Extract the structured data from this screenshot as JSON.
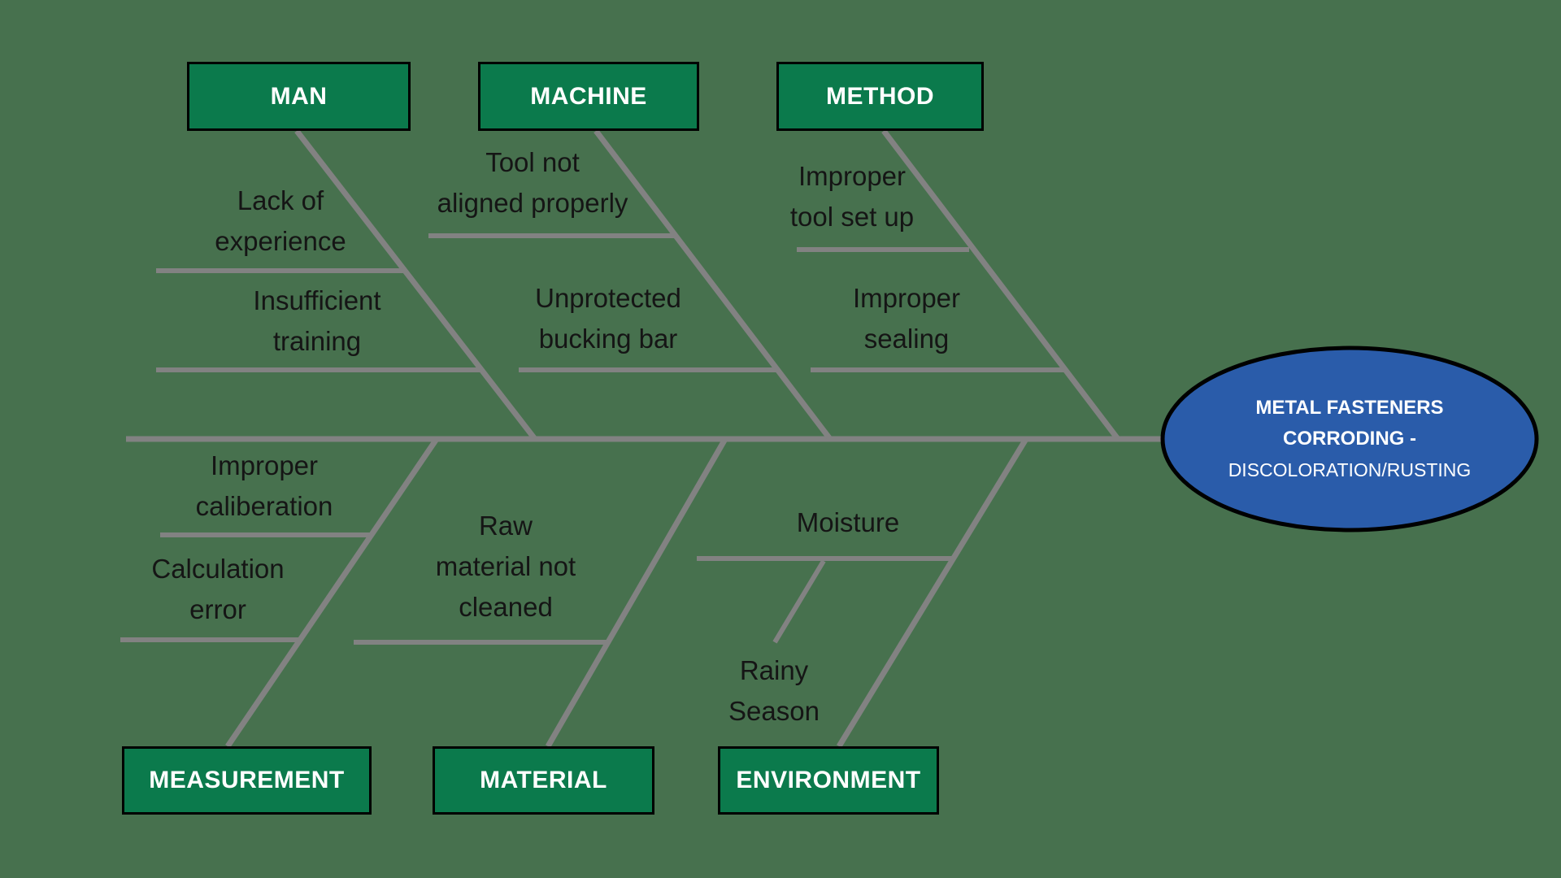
{
  "diagram_type": "fishbone-ishikawa",
  "colors": {
    "background": "#47714e",
    "category_fill": "#0b7a4c",
    "category_border": "#000000",
    "category_text": "#ffffff",
    "bone_line": "#828282",
    "cause_text": "#151515",
    "effect_fill": "#2a5caa",
    "effect_border": "#000000",
    "effect_text": "#ffffff"
  },
  "effect": {
    "line1": "METAL FASTENERS",
    "line2": "CORRODING -",
    "line3": "DISCOLORATION/RUSTING"
  },
  "categories": [
    {
      "label": "MAN",
      "position": "top",
      "causes": [
        {
          "lines": [
            "Lack of",
            "experience"
          ]
        },
        {
          "lines": [
            "Insufficient",
            "training"
          ]
        }
      ]
    },
    {
      "label": "MACHINE",
      "position": "top",
      "causes": [
        {
          "lines": [
            "Tool not",
            "aligned properly"
          ]
        },
        {
          "lines": [
            "Unprotected",
            "bucking bar"
          ]
        }
      ]
    },
    {
      "label": "METHOD",
      "position": "top",
      "causes": [
        {
          "lines": [
            "Improper",
            "tool set up"
          ]
        },
        {
          "lines": [
            "Improper",
            "sealing"
          ]
        }
      ]
    },
    {
      "label": "MEASUREMENT",
      "position": "bottom",
      "causes": [
        {
          "lines": [
            "Improper",
            "caliberation"
          ]
        },
        {
          "lines": [
            "Calculation",
            "error"
          ]
        }
      ]
    },
    {
      "label": "MATERIAL",
      "position": "bottom",
      "causes": [
        {
          "lines": [
            "Raw",
            "material not",
            "cleaned"
          ]
        }
      ]
    },
    {
      "label": "ENVIRONMENT",
      "position": "bottom",
      "causes": [
        {
          "lines": [
            "Moisture"
          ]
        },
        {
          "lines": [
            "Rainy",
            "Season"
          ]
        }
      ]
    }
  ]
}
